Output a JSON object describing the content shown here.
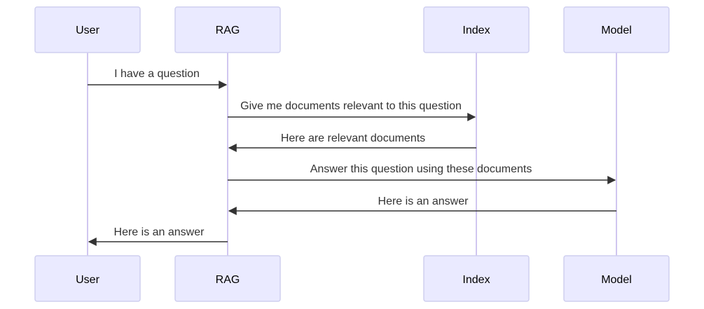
{
  "actors": [
    {
      "id": "user",
      "label": "User"
    },
    {
      "id": "rag",
      "label": "RAG"
    },
    {
      "id": "index",
      "label": "Index"
    },
    {
      "id": "model",
      "label": "Model"
    }
  ],
  "messages": [
    {
      "from": "user",
      "to": "rag",
      "label": "I have a question"
    },
    {
      "from": "rag",
      "to": "index",
      "label": "Give me documents relevant to this question"
    },
    {
      "from": "index",
      "to": "rag",
      "label": "Here are relevant documents"
    },
    {
      "from": "rag",
      "to": "model",
      "label": "Answer this question using these documents"
    },
    {
      "from": "model",
      "to": "rag",
      "label": "Here is an answer"
    },
    {
      "from": "rag",
      "to": "user",
      "label": "Here is an answer"
    }
  ],
  "colors": {
    "actor_fill": "#eaeaff",
    "actor_border": "#cfcfef",
    "lifeline": "#d0c6f0",
    "arrow": "#333333"
  }
}
